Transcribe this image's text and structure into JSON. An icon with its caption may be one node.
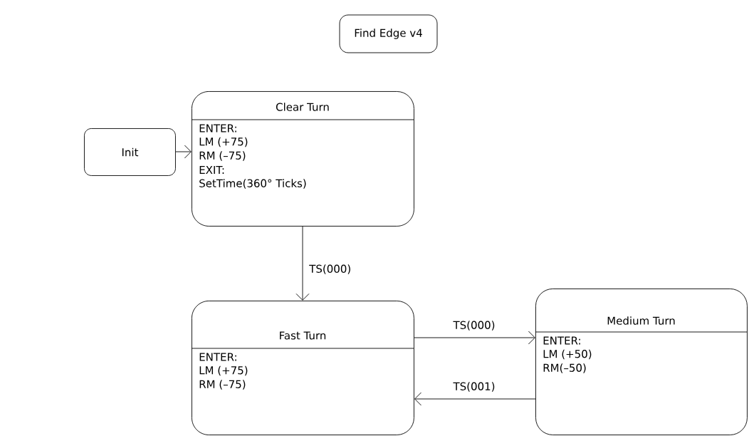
{
  "diagram": {
    "title": "Find Edge v4",
    "nodes": [
      {
        "text": [
          "Init"
        ]
      },
      {
        "text": [
          "Clear Turn",
          "ENTER:",
          "LM (+75)",
          "RM (–75)",
          "EXIT:",
          "SetTime(360° Ticks)"
        ]
      },
      {
        "text": [
          "Fast Turn",
          "ENTER:",
          "LM (+75)",
          "RM (–75)"
        ]
      },
      {
        "text": [
          "Medium Turn",
          "ENTER:",
          "LM (+50)",
          "RM(–50)"
        ]
      }
    ],
    "edges": [
      {
        "from": 0,
        "to": 1,
        "arrow": "to"
      },
      {
        "from": 1,
        "to": 2,
        "arrow": "to",
        "label": "TS(000)"
      },
      {
        "from": 2,
        "to": 3,
        "arrow": "to",
        "label": "TS(000)"
      },
      {
        "from": 3,
        "to": 2,
        "arrow": "to",
        "label": "TS(001)"
      }
    ]
  }
}
